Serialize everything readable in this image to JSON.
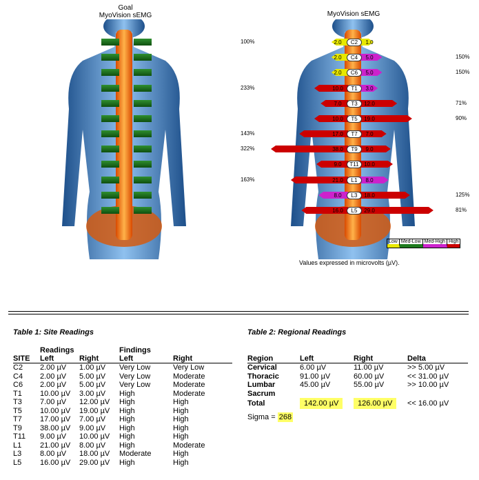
{
  "figures": {
    "left": {
      "title_line1": "Goal",
      "title_line2": "MyoVision sEMG"
    },
    "right": {
      "title": "MyoVision sEMG",
      "note": "Values expressed in microvolts (µV)."
    }
  },
  "legend": [
    {
      "label": "Low",
      "color": "#e8e800"
    },
    {
      "label": "Med-Low",
      "color": "#1e7a1e"
    },
    {
      "label": "Med-High",
      "color": "#cc22cc"
    },
    {
      "label": "High",
      "color": "#cc0000"
    }
  ],
  "spine_bars": [
    {
      "site": "C2",
      "left": "2.0",
      "right": "1.0",
      "left_level": "low",
      "right_level": "low",
      "pct": "100%",
      "pct_side": "left"
    },
    {
      "site": "C4",
      "left": "2.0",
      "right": "5.0",
      "left_level": "low",
      "right_level": "medhigh",
      "pct": "150%",
      "pct_side": "right"
    },
    {
      "site": "C6",
      "left": "2.0",
      "right": "5.0",
      "left_level": "low",
      "right_level": "medhigh",
      "pct": "150%",
      "pct_side": "right"
    },
    {
      "site": "T1",
      "left": "10.0",
      "right": "3.0",
      "left_level": "high",
      "right_level": "medhigh",
      "pct": "233%",
      "pct_side": "left"
    },
    {
      "site": "T3",
      "left": "7.0",
      "right": "12.0",
      "left_level": "high",
      "right_level": "high",
      "pct": "71%",
      "pct_side": "right"
    },
    {
      "site": "T5",
      "left": "10.0",
      "right": "19.0",
      "left_level": "high",
      "right_level": "high",
      "pct": "90%",
      "pct_side": "right"
    },
    {
      "site": "T7",
      "left": "17.0",
      "right": "7.0",
      "left_level": "high",
      "right_level": "high",
      "pct": "143%",
      "pct_side": "left"
    },
    {
      "site": "T9",
      "left": "38.0",
      "right": "9.0",
      "left_level": "high",
      "right_level": "high",
      "pct": "322%",
      "pct_side": "left"
    },
    {
      "site": "T11",
      "left": "9.0",
      "right": "10.0",
      "left_level": "high",
      "right_level": "high",
      "pct": "",
      "pct_side": "left"
    },
    {
      "site": "L1",
      "left": "21.0",
      "right": "8.0",
      "left_level": "high",
      "right_level": "medhigh",
      "pct": "163%",
      "pct_side": "left"
    },
    {
      "site": "L3",
      "left": "8.0",
      "right": "18.0",
      "left_level": "medhigh",
      "right_level": "high",
      "pct": "125%",
      "pct_side": "right"
    },
    {
      "site": "L5",
      "left": "16.0",
      "right": "29.0",
      "left_level": "high",
      "right_level": "high",
      "pct": "81%",
      "pct_side": "right"
    }
  ],
  "table1": {
    "caption": "Table 1:  Site Readings",
    "group_headers": {
      "readings": "Readings",
      "findings": "Findings"
    },
    "columns": [
      "SITE",
      "Left",
      "Right",
      "Left",
      "Right"
    ],
    "rows": [
      [
        "C2",
        "2.00 µV",
        "1.00 µV",
        "Very Low",
        "Very Low"
      ],
      [
        "C4",
        "2.00 µV",
        "5.00 µV",
        "Very Low",
        "Moderate"
      ],
      [
        "C6",
        "2.00 µV",
        "5.00 µV",
        "Very Low",
        "Moderate"
      ],
      [
        "T1",
        "10.00 µV",
        "3.00 µV",
        "High",
        "Moderate"
      ],
      [
        "T3",
        "7.00 µV",
        "12.00 µV",
        "High",
        "High"
      ],
      [
        "T5",
        "10.00 µV",
        "19.00 µV",
        "High",
        "High"
      ],
      [
        "T7",
        "17.00 µV",
        "7.00 µV",
        "High",
        "High"
      ],
      [
        "T9",
        "38.00 µV",
        "9.00 µV",
        "High",
        "High"
      ],
      [
        "T11",
        "9.00 µV",
        "10.00 µV",
        "High",
        "High"
      ],
      [
        "L1",
        "21.00 µV",
        "8.00 µV",
        "High",
        "Moderate"
      ],
      [
        "L3",
        "8.00 µV",
        "18.00 µV",
        "Moderate",
        "High"
      ],
      [
        "L5",
        "16.00 µV",
        "29.00 µV",
        "High",
        "High"
      ]
    ]
  },
  "table2": {
    "caption": "Table 2:  Regional Readings",
    "columns": [
      "Region",
      "Left",
      "Right",
      "Delta"
    ],
    "rows": [
      [
        "Cervical",
        "6.00 µV",
        "11.00 µV",
        ">> 5.00 µV"
      ],
      [
        "Thoracic",
        "91.00 µV",
        "60.00 µV",
        "<< 31.00 µV"
      ],
      [
        "Lumbar",
        "45.00 µV",
        "55.00 µV",
        ">> 10.00 µV"
      ],
      [
        "Sacrum",
        "",
        "",
        ""
      ]
    ],
    "total": [
      "Total",
      "142.00 µV",
      "126.00 µV",
      "<< 16.00 µV"
    ],
    "sigma_label": "Sigma =",
    "sigma_value": "268"
  }
}
